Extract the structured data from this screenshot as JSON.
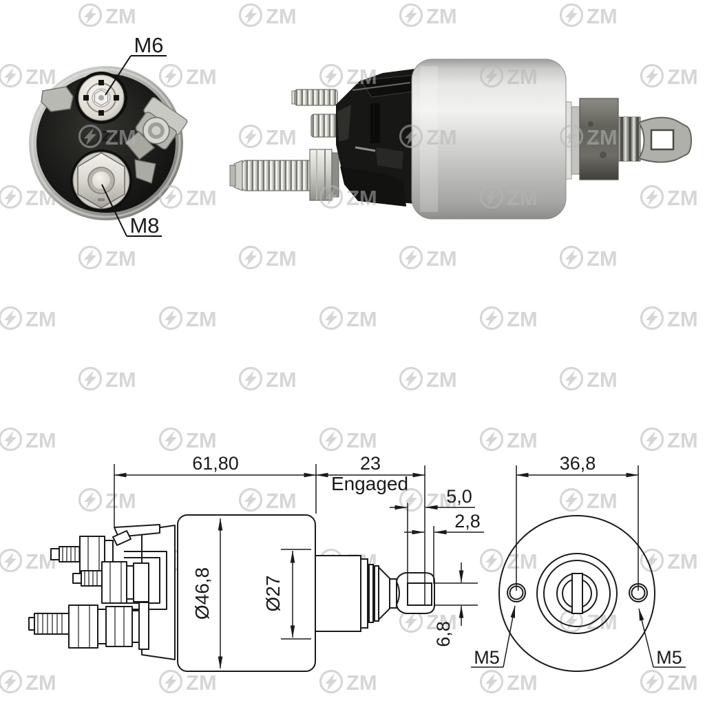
{
  "brand": {
    "watermark": "ZM",
    "print": "ZM"
  },
  "annotations": {
    "m6": "M6",
    "m8": "M8"
  },
  "side_drawing": {
    "len": "61,80",
    "travel": "23",
    "engaged": "Engaged",
    "d50": "5,0",
    "d28": "2,8",
    "dia_body": "Ø46,8",
    "dia_front": "Ø27",
    "d68": "6,8"
  },
  "front_drawing": {
    "spacing": "36,8",
    "m5_left": "M5",
    "m5_right": "M5"
  },
  "colors": {
    "line": "#1a1a1a",
    "watermark": "#b5b5b5",
    "cap_black": "#171715",
    "body_silver": "#d8d8d6",
    "zinc": "#d6d6d2"
  }
}
